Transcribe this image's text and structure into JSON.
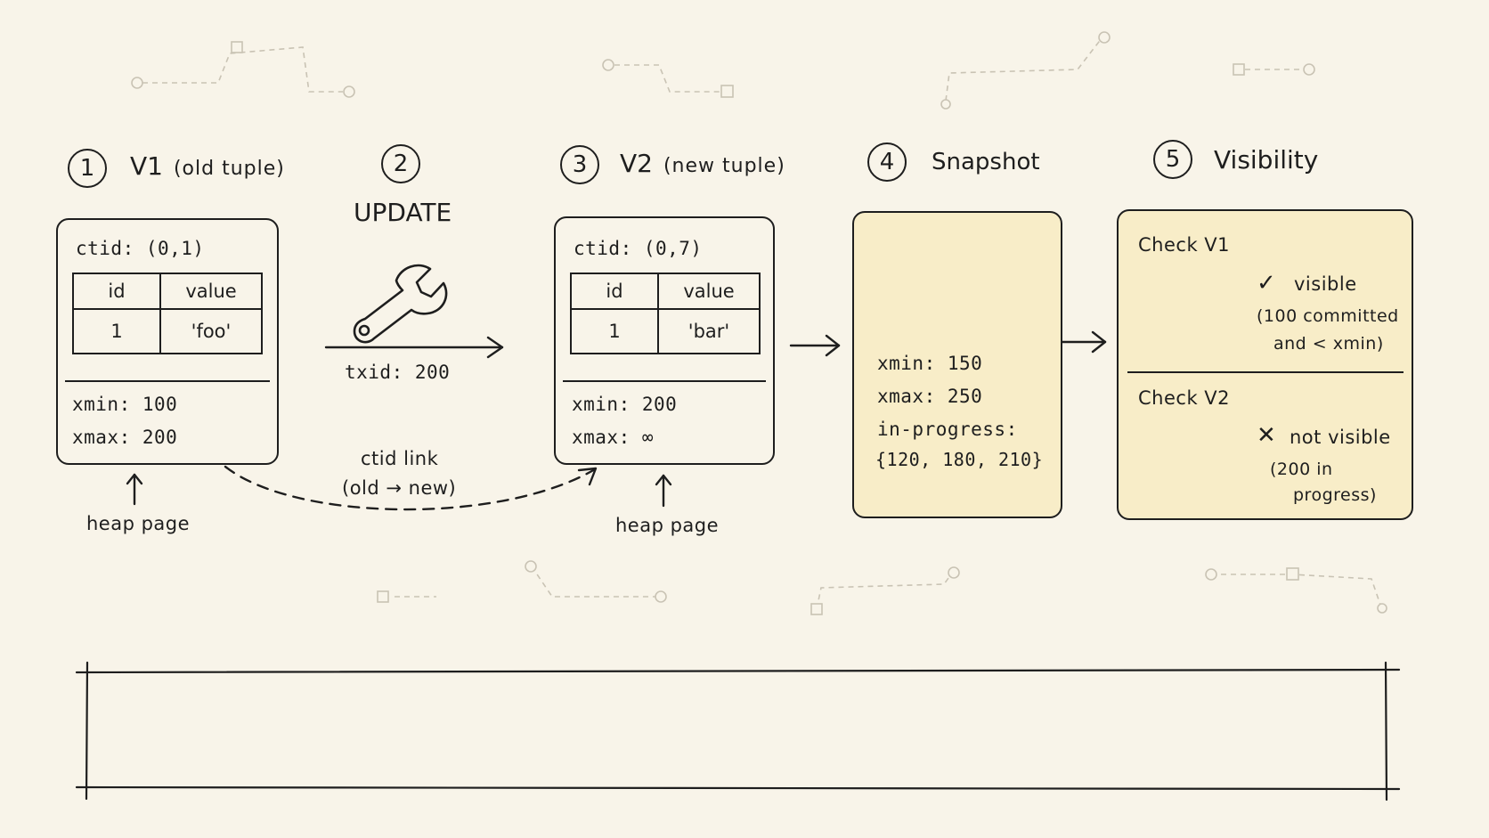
{
  "steps": [
    {
      "num": "1",
      "title": "V1",
      "subtitle": "(old tuple)"
    },
    {
      "num": "2",
      "title": "UPDATE"
    },
    {
      "num": "3",
      "title": "V2",
      "subtitle": "(new tuple)"
    },
    {
      "num": "4",
      "title": "Snapshot"
    },
    {
      "num": "5",
      "title": "Visibility"
    }
  ],
  "v1": {
    "ctid": "ctid: (0,1)",
    "headers": [
      "id",
      "value"
    ],
    "row": [
      "1",
      "'foo'"
    ],
    "xmin": "xmin: 100",
    "xmax": "xmax: 200",
    "pointer_label": "heap page"
  },
  "update": {
    "txid": "txid: 200",
    "link_label_1": "ctid link",
    "link_label_2": "(old → new)"
  },
  "v2": {
    "ctid": "ctid: (0,7)",
    "headers": [
      "id",
      "value"
    ],
    "row": [
      "1",
      "'bar'"
    ],
    "xmin": "xmin: 200",
    "xmax": "xmax: ∞",
    "pointer_label": "heap page"
  },
  "snapshot": {
    "xmin": "xmin: 150",
    "xmax": "xmax: 250",
    "in_progress_label": "in-progress:",
    "in_progress_values": "{120, 180, 210}"
  },
  "visibility": {
    "check1": {
      "title": "Check V1",
      "mark": "✓",
      "result": "visible",
      "reason_1": "(100 committed",
      "reason_2": "and < xmin)"
    },
    "check2": {
      "title": "Check V2",
      "mark": "✕",
      "result": "not visible",
      "reason_1": "(200 in",
      "reason_2": "progress)"
    }
  },
  "colors": {
    "background": "#f8f4e9",
    "ink": "#1e1e1e",
    "highlight_card": "#f8edc8",
    "decoration": "#c9c3b4"
  }
}
